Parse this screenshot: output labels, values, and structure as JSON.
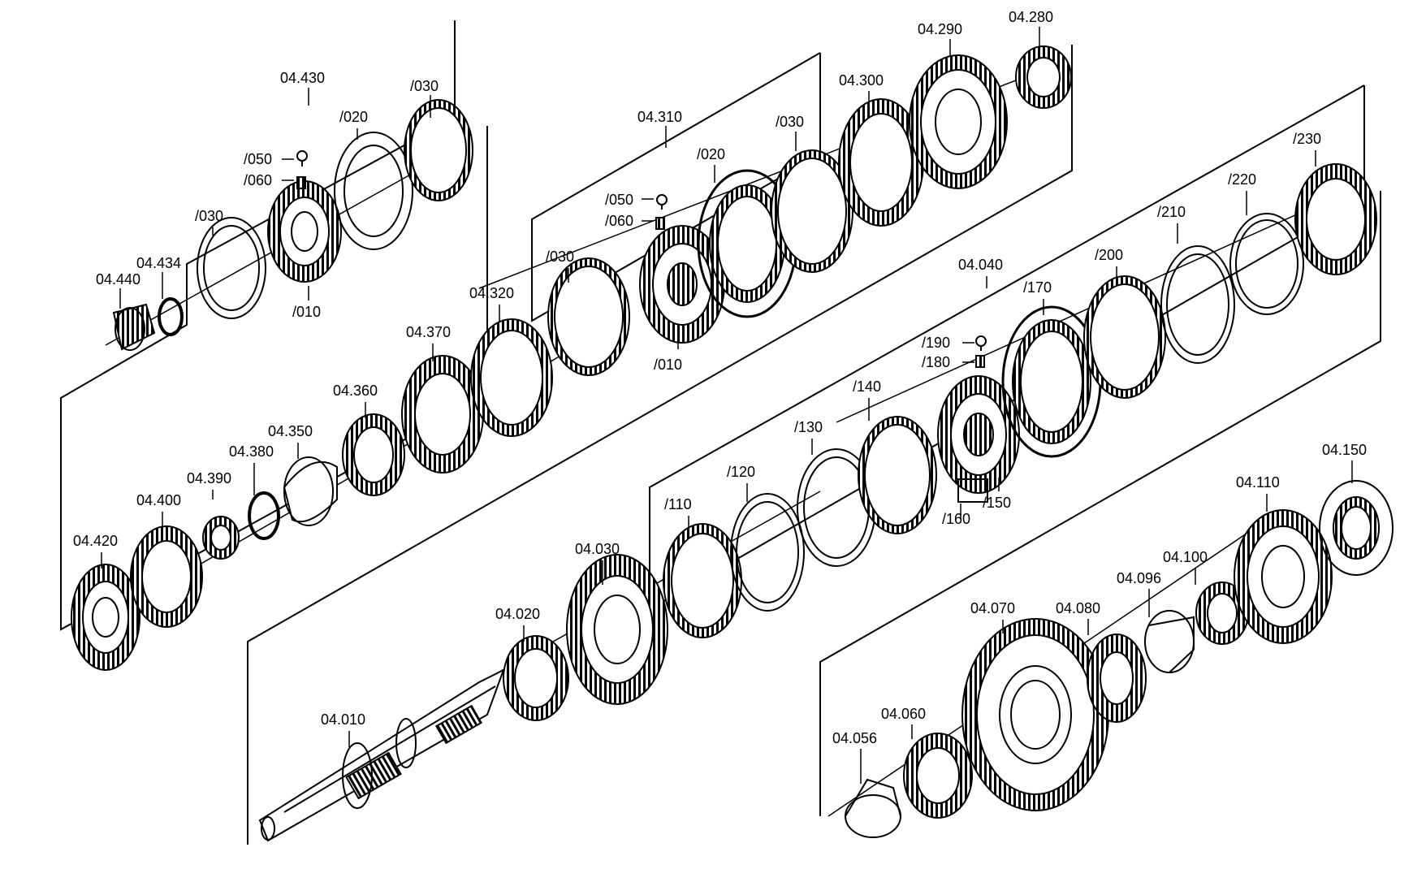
{
  "groups": [
    {
      "id": "04.430",
      "labels": [
        "04.430",
        "/020",
        "/030",
        "/050",
        "/060",
        "/030",
        "/010",
        "04.434",
        "04.440"
      ]
    },
    {
      "id": "04.310",
      "labels": [
        "04.310",
        "/030",
        "/020",
        "/050",
        "/060",
        "/030",
        "/010",
        "04.320",
        "04.300",
        "04.290",
        "04.280"
      ]
    },
    {
      "id": "shaft-upper",
      "labels": [
        "04.370",
        "04.360",
        "04.350",
        "04.380",
        "04.390",
        "04.400",
        "04.420"
      ]
    },
    {
      "id": "04.040",
      "labels": [
        "04.040",
        "/230",
        "/220",
        "/210",
        "/200",
        "/170",
        "/190",
        "/180",
        "/140",
        "/130",
        "/120",
        "/110",
        "/150",
        "/160"
      ]
    },
    {
      "id": "main-shaft",
      "labels": [
        "04.030",
        "04.020",
        "04.010"
      ]
    },
    {
      "id": "countershaft",
      "labels": [
        "04.150",
        "04.110",
        "04.100",
        "04.096",
        "04.080",
        "04.070",
        "04.060",
        "04.056"
      ]
    }
  ]
}
